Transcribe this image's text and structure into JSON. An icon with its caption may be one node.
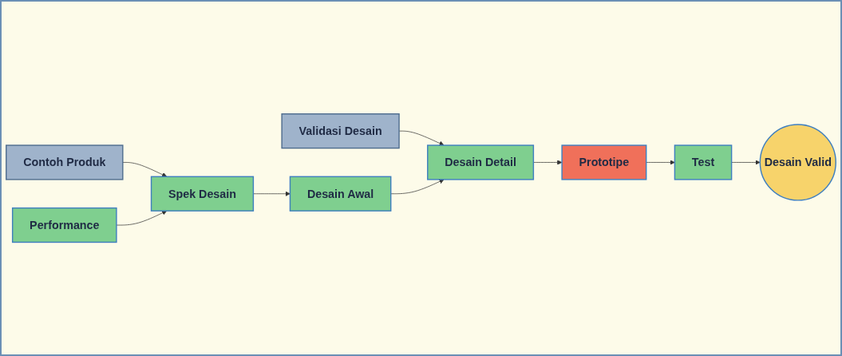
{
  "diagram": {
    "nodes": [
      {
        "text": [
          "Contoh Produk"
        ]
      },
      {
        "text": [
          "Validasi Desain"
        ]
      },
      {
        "text": [
          "Performance"
        ]
      },
      {
        "text": [
          "Spek Desain"
        ]
      },
      {
        "text": [
          "Desain Awal"
        ]
      },
      {
        "text": [
          "Desain Detail"
        ]
      },
      {
        "text": [
          "Prototipe"
        ]
      },
      {
        "text": [
          "Test"
        ]
      },
      {
        "text": [
          "Desain Valid"
        ]
      }
    ],
    "edges": [
      {
        "from": 0,
        "to": 3,
        "arrow": "to"
      },
      {
        "from": 1,
        "to": 5,
        "arrow": "to"
      },
      {
        "from": 2,
        "to": 3,
        "arrow": "to"
      },
      {
        "from": 3,
        "to": 4,
        "arrow": "to"
      },
      {
        "from": 4,
        "to": 5,
        "arrow": "to"
      },
      {
        "from": 5,
        "to": 6,
        "arrow": "to"
      },
      {
        "from": 6,
        "to": 7,
        "arrow": "to"
      },
      {
        "from": 7,
        "to": 8,
        "arrow": "to"
      }
    ]
  }
}
